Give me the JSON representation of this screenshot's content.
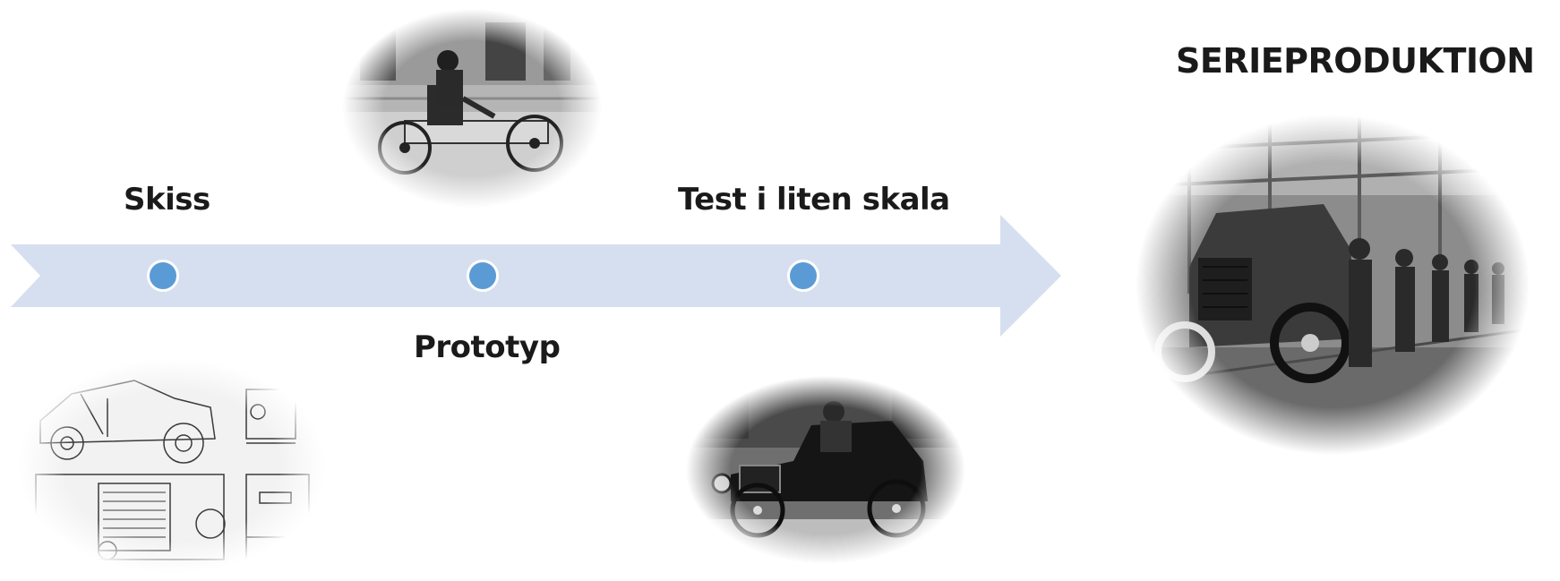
{
  "timeline": {
    "stages": [
      {
        "label": "Skiss",
        "image": "car-blueprint-image"
      },
      {
        "label": "Prototyp",
        "image": "early-prototype-car-image"
      },
      {
        "label": "Test i liten skala",
        "image": "vintage-car-driver-image"
      }
    ],
    "final": {
      "label": "SERIEPRODUKTION",
      "image": "assembly-line-image"
    }
  },
  "colors": {
    "arrow": "#d6dff0",
    "dot": "#5b9bd5",
    "text": "#1a1a1a"
  }
}
